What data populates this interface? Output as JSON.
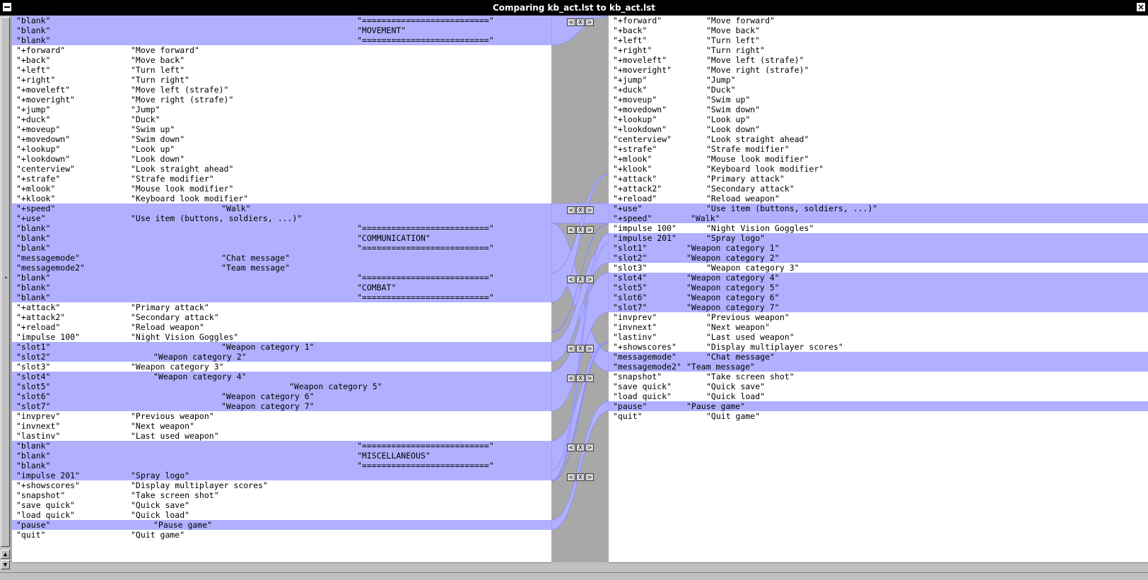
{
  "window": {
    "title": "Comparing kb_act.lst to kb_act.lst",
    "close_glyph": "×"
  },
  "icons": {
    "scroll_up": "up-arrow-icon",
    "scroll_down": "down-arrow-icon",
    "merge_left": "<",
    "merge_both": "X",
    "merge_right": ">"
  },
  "colors": {
    "highlight": "#b0b0ff",
    "separator": "#8888ff",
    "gutter": "#a8a8a8"
  },
  "left": {
    "rows": [
      {
        "cmd": "\"blank\"",
        "desc": "\"==========================\"",
        "hl": true,
        "col": 4
      },
      {
        "cmd": "\"blank\"",
        "desc": "\"MOVEMENT\"",
        "hl": true,
        "col": 4
      },
      {
        "cmd": "\"blank\"",
        "desc": "\"==========================\"",
        "hl": true,
        "col": 4
      },
      {
        "cmd": "\"+forward\"",
        "desc": "\"Move forward\"",
        "hl": false,
        "col": 1
      },
      {
        "cmd": "\"+back\"",
        "desc": "\"Move back\"",
        "hl": false,
        "col": 1
      },
      {
        "cmd": "\"+left\"",
        "desc": "\"Turn left\"",
        "hl": false,
        "col": 1
      },
      {
        "cmd": "\"+right\"",
        "desc": "\"Turn right\"",
        "hl": false,
        "col": 1
      },
      {
        "cmd": "\"+moveleft\"",
        "desc": "\"Move left (strafe)\"",
        "hl": false,
        "col": 1
      },
      {
        "cmd": "\"+moveright\"",
        "desc": "\"Move right (strafe)\"",
        "hl": false,
        "col": 1
      },
      {
        "cmd": "\"+jump\"",
        "desc": "\"Jump\"",
        "hl": false,
        "col": 1
      },
      {
        "cmd": "\"+duck\"",
        "desc": "\"Duck\"",
        "hl": false,
        "col": 1
      },
      {
        "cmd": "\"+moveup\"",
        "desc": "\"Swim up\"",
        "hl": false,
        "col": 1
      },
      {
        "cmd": "\"+movedown\"",
        "desc": "\"Swim down\"",
        "hl": false,
        "col": 1
      },
      {
        "cmd": "\"+lookup\"",
        "desc": "\"Look up\"",
        "hl": false,
        "col": 1
      },
      {
        "cmd": "\"+lookdown\"",
        "desc": "\"Look down\"",
        "hl": false,
        "col": 1
      },
      {
        "cmd": "\"centerview\"",
        "desc": "\"Look straight ahead\"",
        "hl": false,
        "col": 1
      },
      {
        "cmd": "\"+strafe\"",
        "desc": "\"Strafe modifier\"",
        "hl": false,
        "col": 1
      },
      {
        "cmd": "\"+mlook\"",
        "desc": "\"Mouse look modifier\"",
        "hl": false,
        "col": 1
      },
      {
        "cmd": "\"+klook\"",
        "desc": "\"Keyboard look modifier\"",
        "hl": false,
        "col": 1
      },
      {
        "cmd": "\"+speed\"",
        "desc": "\"Walk\"",
        "hl": true,
        "col": 2
      },
      {
        "cmd": "\"+use\"",
        "desc": "\"Use item (buttons, soldiers, ...)\"",
        "hl": true,
        "col": 1
      },
      {
        "cmd": "\"blank\"",
        "desc": "\"==========================\"",
        "hl": true,
        "col": 4
      },
      {
        "cmd": "\"blank\"",
        "desc": "\"COMMUNICATION\"",
        "hl": true,
        "col": 4
      },
      {
        "cmd": "\"blank\"",
        "desc": "\"==========================\"",
        "hl": true,
        "col": 4
      },
      {
        "cmd": "\"messagemode\"",
        "desc": "\"Chat message\"",
        "hl": true,
        "col": 2
      },
      {
        "cmd": "\"messagemode2\"",
        "desc": "\"Team message\"",
        "hl": true,
        "col": 2
      },
      {
        "cmd": "\"blank\"",
        "desc": "\"==========================\"",
        "hl": true,
        "col": 4
      },
      {
        "cmd": "\"blank\"",
        "desc": "\"COMBAT\"",
        "hl": true,
        "col": 4
      },
      {
        "cmd": "\"blank\"",
        "desc": "\"==========================\"",
        "hl": true,
        "col": 4
      },
      {
        "cmd": "\"+attack\"",
        "desc": "\"Primary attack\"",
        "hl": false,
        "col": 1
      },
      {
        "cmd": "\"+attack2\"",
        "desc": "\"Secondary attack\"",
        "hl": false,
        "col": 1
      },
      {
        "cmd": "\"+reload\"",
        "desc": "\"Reload weapon\"",
        "hl": false,
        "col": 1
      },
      {
        "cmd": "\"impulse 100\"",
        "desc": "\"Night Vision Goggles\"",
        "hl": false,
        "col": 1
      },
      {
        "cmd": "\"slot1\"",
        "desc": "\"Weapon category 1\"",
        "hl": true,
        "col": 2
      },
      {
        "cmd": "\"slot2\"",
        "desc": "\"Weapon category 2\"",
        "hl": true,
        "col": 5
      },
      {
        "cmd": "\"slot3\"",
        "desc": "\"Weapon category 3\"",
        "hl": false,
        "col": 1
      },
      {
        "cmd": "\"slot4\"",
        "desc": "\"Weapon category 4\"",
        "hl": true,
        "col": 5
      },
      {
        "cmd": "\"slot5\"",
        "desc": "\"Weapon category 5\"",
        "hl": true,
        "col": 3
      },
      {
        "cmd": "\"slot6\"",
        "desc": "\"Weapon category 6\"",
        "hl": true,
        "col": 2
      },
      {
        "cmd": "\"slot7\"",
        "desc": "\"Weapon category 7\"",
        "hl": true,
        "col": 2
      },
      {
        "cmd": "\"invprev\"",
        "desc": "\"Previous weapon\"",
        "hl": false,
        "col": 1
      },
      {
        "cmd": "\"invnext\"",
        "desc": "\"Next weapon\"",
        "hl": false,
        "col": 1
      },
      {
        "cmd": "\"lastinv\"",
        "desc": "\"Last used weapon\"",
        "hl": false,
        "col": 1
      },
      {
        "cmd": "\"blank\"",
        "desc": "\"==========================\"",
        "hl": true,
        "col": 4
      },
      {
        "cmd": "\"blank\"",
        "desc": "\"MISCELLANEOUS\"",
        "hl": true,
        "col": 4
      },
      {
        "cmd": "\"blank\"",
        "desc": "\"==========================\"",
        "hl": true,
        "col": 4
      },
      {
        "cmd": "\"impulse 201\"",
        "desc": "\"Spray logo\"",
        "hl": true,
        "col": 1
      },
      {
        "cmd": "\"+showscores\"",
        "desc": "\"Display multiplayer scores\"",
        "hl": false,
        "col": 1
      },
      {
        "cmd": "\"snapshot\"",
        "desc": "\"Take screen shot\"",
        "hl": false,
        "col": 1
      },
      {
        "cmd": "\"save quick\"",
        "desc": "\"Quick save\"",
        "hl": false,
        "col": 1
      },
      {
        "cmd": "\"load quick\"",
        "desc": "\"Quick load\"",
        "hl": false,
        "col": 1
      },
      {
        "cmd": "\"pause\"",
        "desc": "\"Pause game\"",
        "hl": true,
        "col": 5
      },
      {
        "cmd": "\"quit\"",
        "desc": "\"Quit game\"",
        "hl": false,
        "col": 1
      }
    ]
  },
  "right": {
    "rows": [
      {
        "cmd": "\"+forward\"",
        "desc": "\"Move forward\"",
        "hl": false,
        "col": 1
      },
      {
        "cmd": "\"+back\"",
        "desc": "\"Move back\"",
        "hl": false,
        "col": 1
      },
      {
        "cmd": "\"+left\"",
        "desc": "\"Turn left\"",
        "hl": false,
        "col": 1
      },
      {
        "cmd": "\"+right\"",
        "desc": "\"Turn right\"",
        "hl": false,
        "col": 1
      },
      {
        "cmd": "\"+moveleft\"",
        "desc": "\"Move left (strafe)\"",
        "hl": false,
        "col": 1
      },
      {
        "cmd": "\"+moveright\"",
        "desc": "\"Move right (strafe)\"",
        "hl": false,
        "col": 1
      },
      {
        "cmd": "\"+jump\"",
        "desc": "\"Jump\"",
        "hl": false,
        "col": 1
      },
      {
        "cmd": "\"+duck\"",
        "desc": "\"Duck\"",
        "hl": false,
        "col": 1
      },
      {
        "cmd": "\"+moveup\"",
        "desc": "\"Swim up\"",
        "hl": false,
        "col": 1
      },
      {
        "cmd": "\"+movedown\"",
        "desc": "\"Swim down\"",
        "hl": false,
        "col": 1
      },
      {
        "cmd": "\"+lookup\"",
        "desc": "\"Look up\"",
        "hl": false,
        "col": 1
      },
      {
        "cmd": "\"+lookdown\"",
        "desc": "\"Look down\"",
        "hl": false,
        "col": 1
      },
      {
        "cmd": "\"centerview\"",
        "desc": "\"Look straight ahead\"",
        "hl": false,
        "col": 1
      },
      {
        "cmd": "\"+strafe\"",
        "desc": "\"Strafe modifier\"",
        "hl": false,
        "col": 1
      },
      {
        "cmd": "\"+mlook\"",
        "desc": "\"Mouse look modifier\"",
        "hl": false,
        "col": 1
      },
      {
        "cmd": "\"+klook\"",
        "desc": "\"Keyboard look modifier\"",
        "hl": false,
        "col": 1
      },
      {
        "cmd": "\"+attack\"",
        "desc": "\"Primary attack\"",
        "hl": false,
        "col": 1
      },
      {
        "cmd": "\"+attack2\"",
        "desc": "\"Secondary attack\"",
        "hl": false,
        "col": 1
      },
      {
        "cmd": "\"+reload\"",
        "desc": "\"Reload weapon\"",
        "hl": false,
        "col": 1
      },
      {
        "cmd": "\"+use\"",
        "desc": "\"Use item (buttons, soldiers, ...)\"",
        "hl": true,
        "col": 1
      },
      {
        "cmd": "\"+speed\"",
        "desc": "\"Walk\"",
        "hl": true,
        "col": 6
      },
      {
        "cmd": "\"impulse 100\"",
        "desc": "\"Night Vision Goggles\"",
        "hl": false,
        "col": 1
      },
      {
        "cmd": "\"impulse 201\"",
        "desc": "\"Spray logo\"",
        "hl": true,
        "col": 1
      },
      {
        "cmd": "\"slot1\"",
        "desc": "\"Weapon category 1\"",
        "hl": true,
        "col": 7
      },
      {
        "cmd": "\"slot2\"",
        "desc": "\"Weapon category 2\"",
        "hl": true,
        "col": 7
      },
      {
        "cmd": "\"slot3\"",
        "desc": "\"Weapon category 3\"",
        "hl": false,
        "col": 1
      },
      {
        "cmd": "\"slot4\"",
        "desc": "\"Weapon category 4\"",
        "hl": true,
        "col": 7
      },
      {
        "cmd": "\"slot5\"",
        "desc": "\"Weapon category 5\"",
        "hl": true,
        "col": 7
      },
      {
        "cmd": "\"slot6\"",
        "desc": "\"Weapon category 6\"",
        "hl": true,
        "col": 7
      },
      {
        "cmd": "\"slot7\"",
        "desc": "\"Weapon category 7\"",
        "hl": true,
        "col": 7
      },
      {
        "cmd": "\"invprev\"",
        "desc": "\"Previous weapon\"",
        "hl": false,
        "col": 1
      },
      {
        "cmd": "\"invnext\"",
        "desc": "\"Next weapon\"",
        "hl": false,
        "col": 1
      },
      {
        "cmd": "\"lastinv\"",
        "desc": "\"Last used weapon\"",
        "hl": false,
        "col": 1
      },
      {
        "cmd": "\"+showscores\"",
        "desc": "\"Display multiplayer scores\"",
        "hl": false,
        "col": 1
      },
      {
        "cmd": "\"messagemode\"",
        "desc": "\"Chat message\"",
        "hl": true,
        "col": 1
      },
      {
        "cmd": "\"messagemode2\"",
        "desc": "\"Team message\"",
        "hl": true,
        "col": 7
      },
      {
        "cmd": "\"snapshot\"",
        "desc": "\"Take screen shot\"",
        "hl": false,
        "col": 1
      },
      {
        "cmd": "\"save quick\"",
        "desc": "\"Quick save\"",
        "hl": false,
        "col": 1
      },
      {
        "cmd": "\"load quick\"",
        "desc": "\"Quick load\"",
        "hl": false,
        "col": 1
      },
      {
        "cmd": "\"pause\"",
        "desc": "\"Pause game\"",
        "hl": true,
        "col": 7
      },
      {
        "cmd": "\"quit\"",
        "desc": "\"Quit game\"",
        "hl": false,
        "col": 1
      }
    ]
  },
  "diff_links": [
    {
      "left": [
        0,
        3
      ],
      "right": [
        0,
        0
      ],
      "buttons": true
    },
    {
      "left": [
        19,
        21
      ],
      "right": [
        19,
        21
      ],
      "buttons": true
    },
    {
      "left": [
        21,
        26
      ],
      "right": [
        34,
        36
      ],
      "buttons": true
    },
    {
      "left": [
        26,
        29
      ],
      "right": [
        16,
        16
      ],
      "buttons": true
    },
    {
      "left": [
        32,
        32
      ],
      "right": [
        21,
        21
      ],
      "buttons": false
    },
    {
      "left": [
        33,
        35
      ],
      "right": [
        23,
        25
      ],
      "buttons": true
    },
    {
      "left": [
        36,
        40
      ],
      "right": [
        26,
        30
      ],
      "buttons": true
    },
    {
      "left": [
        43,
        46
      ],
      "right": [
        33,
        33
      ],
      "buttons": true
    },
    {
      "left": [
        46,
        47
      ],
      "right": [
        22,
        23
      ],
      "buttons": true
    },
    {
      "left": [
        47,
        47
      ],
      "right": [
        33,
        33
      ],
      "buttons": false
    },
    {
      "left": [
        51,
        52
      ],
      "right": [
        39,
        40
      ],
      "buttons": false
    }
  ]
}
